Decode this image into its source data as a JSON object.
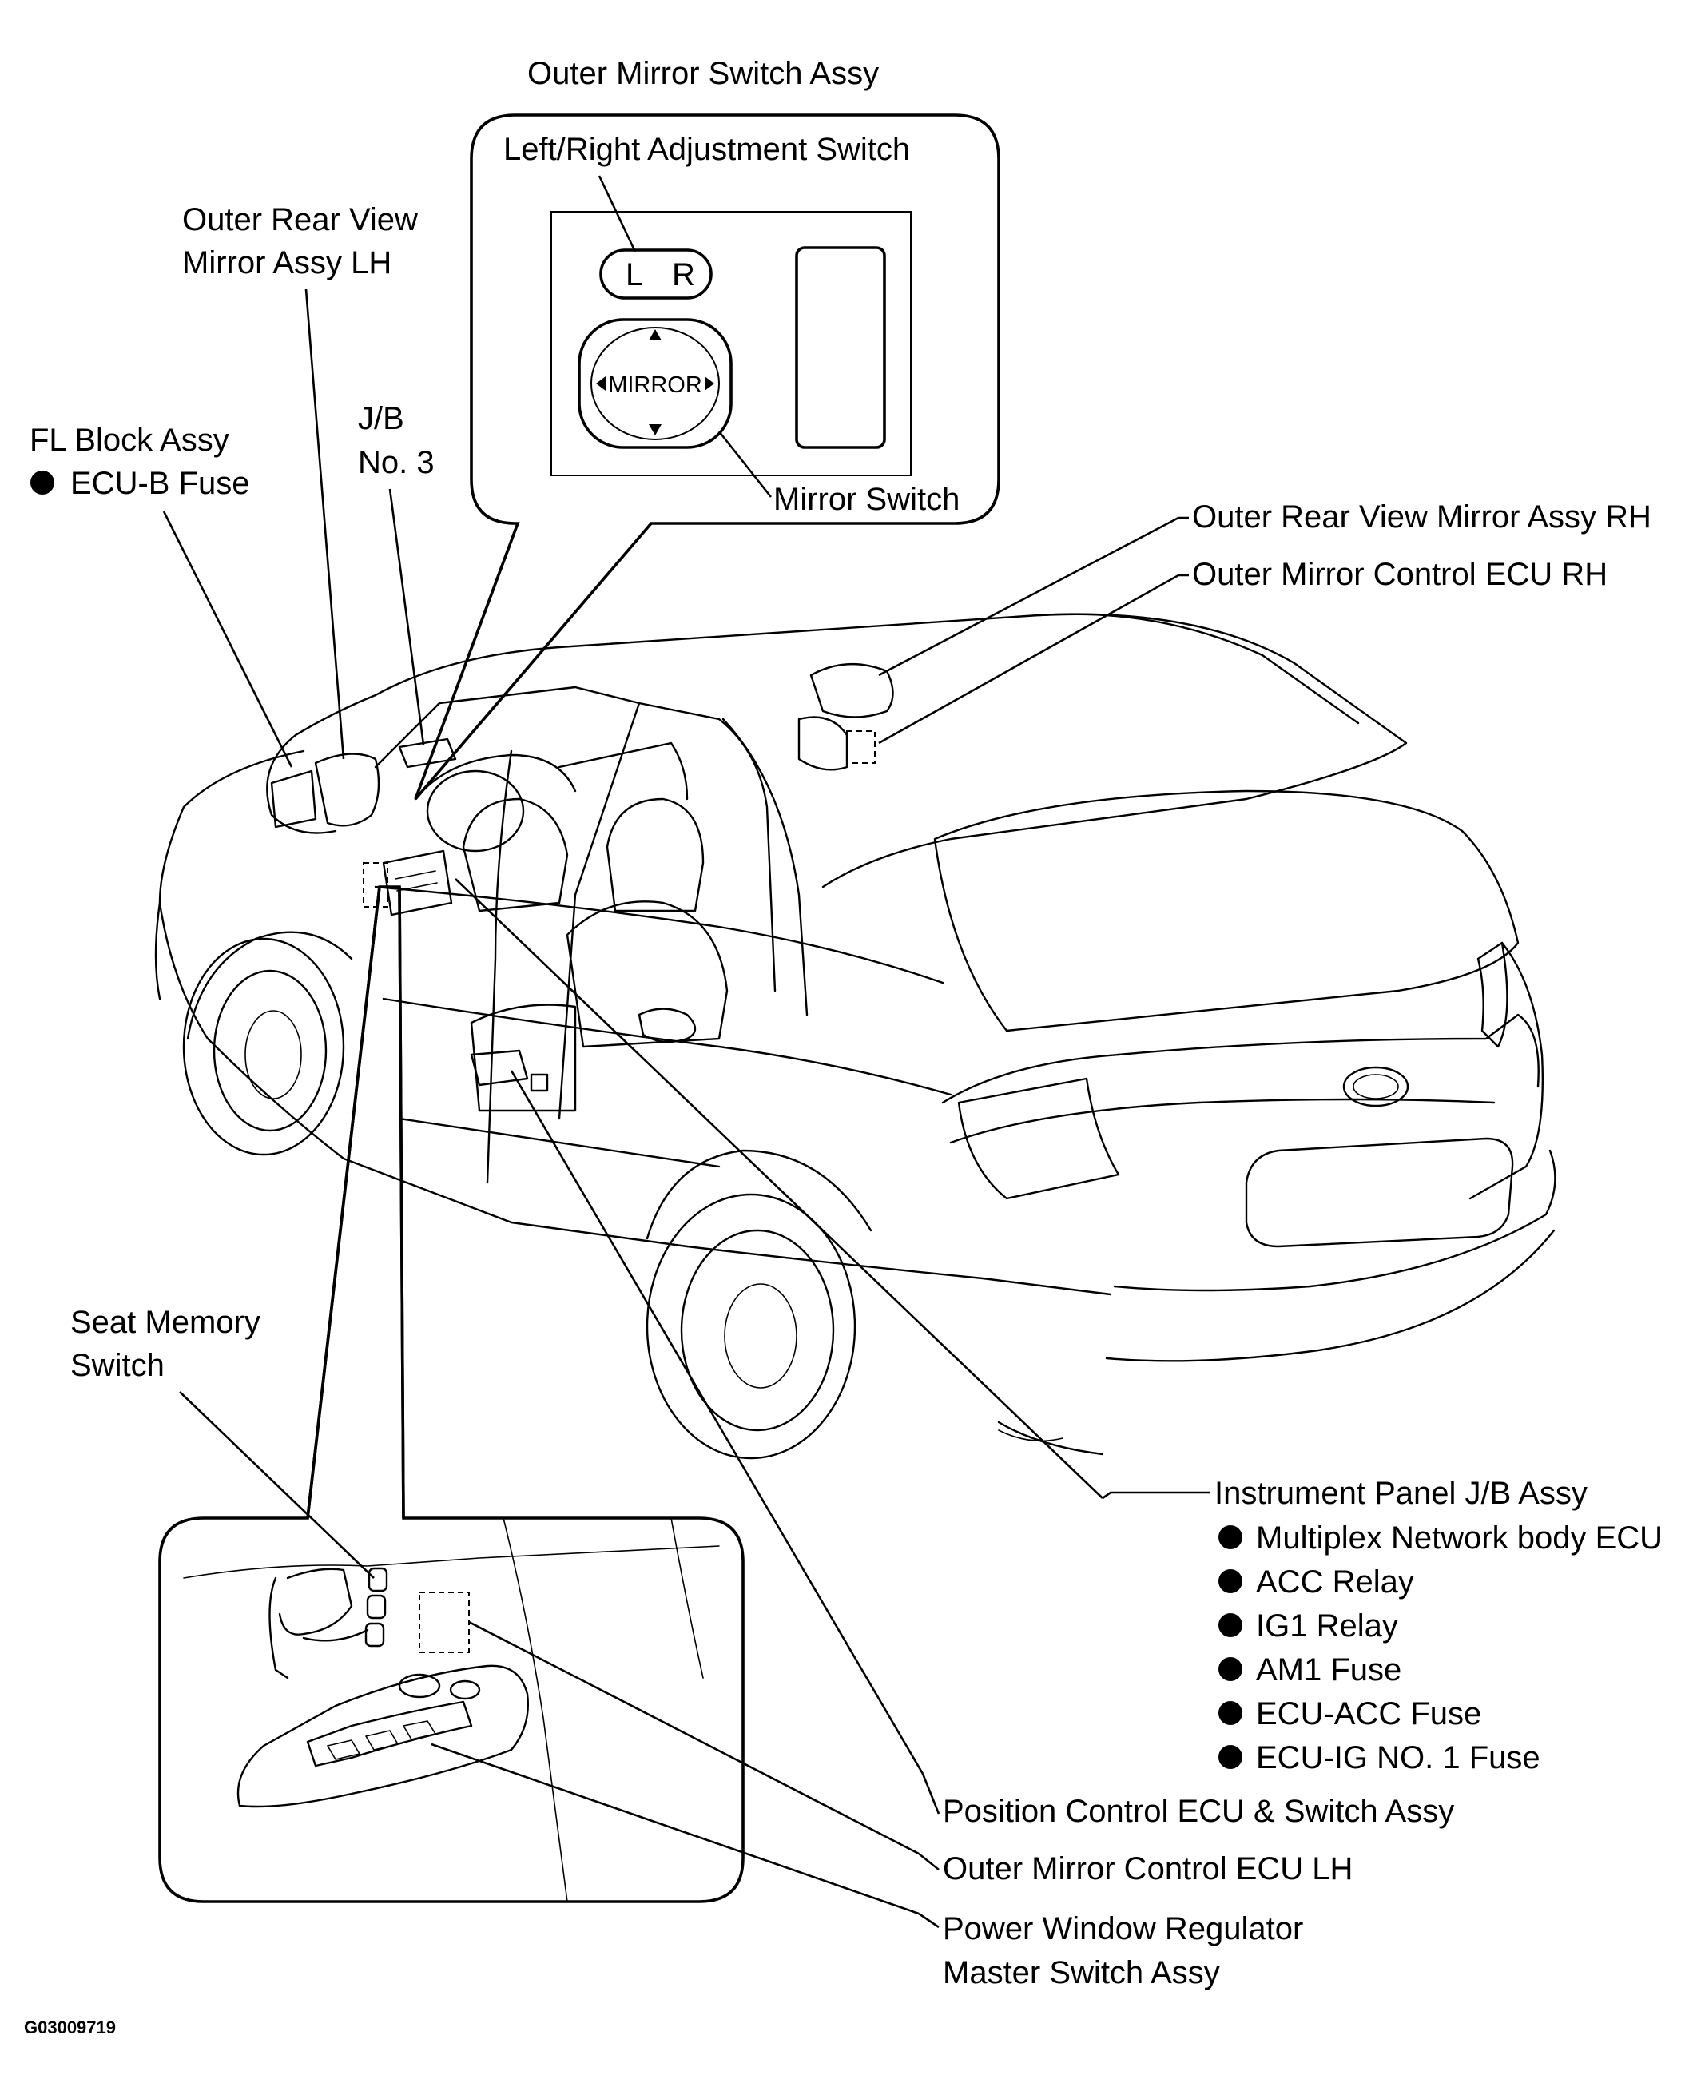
{
  "labels": {
    "outer_mirror_switch_assy": "Outer Mirror Switch Assy",
    "left_right_adjustment_switch": "Left/Right Adjustment Switch",
    "lr_switch_l": "L",
    "lr_switch_r": "R",
    "mirror_text": "MIRROR",
    "mirror_switch": "Mirror Switch",
    "outer_rear_view_mirror_lh": [
      "Outer Rear View",
      "Mirror Assy LH"
    ],
    "fl_block_assy": "FL Block Assy",
    "ecu_b_fuse": "ECU-B Fuse",
    "jb_no3": [
      "J/B",
      "No. 3"
    ],
    "outer_rear_view_mirror_rh": "Outer Rear View Mirror Assy RH",
    "outer_mirror_control_ecu_rh": "Outer Mirror Control ECU RH",
    "seat_memory_switch": [
      "Seat  Memory",
      "Switch"
    ],
    "instrument_panel_jb_assy": "Instrument Panel J/B Assy",
    "instrument_panel_items": [
      "Multiplex Network body ECU",
      "ACC Relay",
      "IG1 Relay",
      "AM1 Fuse",
      "ECU-ACC  Fuse",
      "ECU-IG NO. 1 Fuse"
    ],
    "position_control_ecu": "Position Control ECU & Switch Assy",
    "outer_mirror_control_ecu_lh": "Outer Mirror Control ECU LH",
    "power_window_regulator": [
      "Power Window Regulator",
      "Master Switch Assy"
    ]
  },
  "figure_code": "G03009719",
  "icons": {
    "bullet": "filled-circle",
    "arrows": [
      "triangle-up",
      "triangle-down",
      "triangle-left",
      "triangle-right"
    ]
  }
}
